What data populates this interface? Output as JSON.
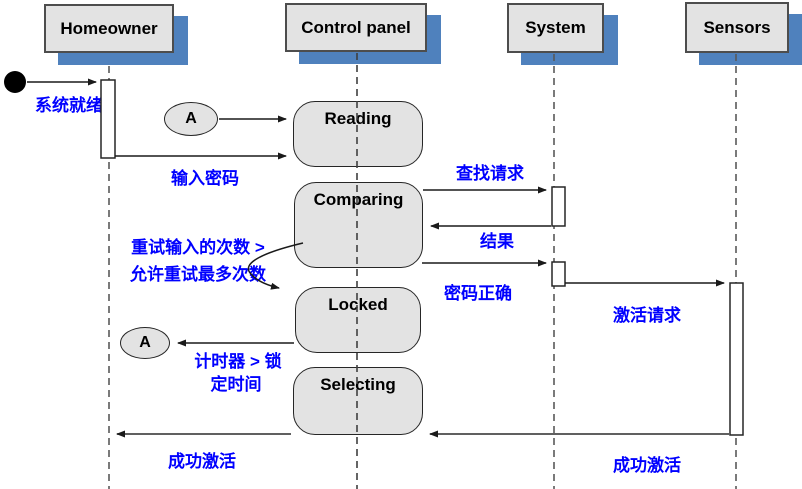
{
  "diagram": {
    "actors": [
      {
        "label": "Homeowner"
      },
      {
        "label": "Control panel"
      },
      {
        "label": "System"
      },
      {
        "label": "Sensors"
      }
    ],
    "states": [
      {
        "label": "Reading"
      },
      {
        "label": "Comparing"
      },
      {
        "label": "Locked"
      },
      {
        "label": "Selecting"
      }
    ],
    "connectors": [
      {
        "label": "A"
      },
      {
        "label": "A"
      }
    ],
    "messages": {
      "system_ready": "系统就绪",
      "enter_password": "输入密码",
      "lookup_request": "查找请求",
      "result": "结果",
      "password_correct": "密码正确",
      "activation_request": "激活请求",
      "activated_left": "成功激活",
      "activated_right": "成功激活",
      "retry_guard_line1": "重试输入的次数 >",
      "retry_guard_line2": "允许重试最多次数",
      "timer_guard_line1": "计时器 > 锁",
      "timer_guard_line2": "定时间"
    },
    "colors": {
      "shadow_blue": "#4f81bd",
      "box_fill": "#e3e3e3",
      "message_text": "#0000ff"
    }
  }
}
